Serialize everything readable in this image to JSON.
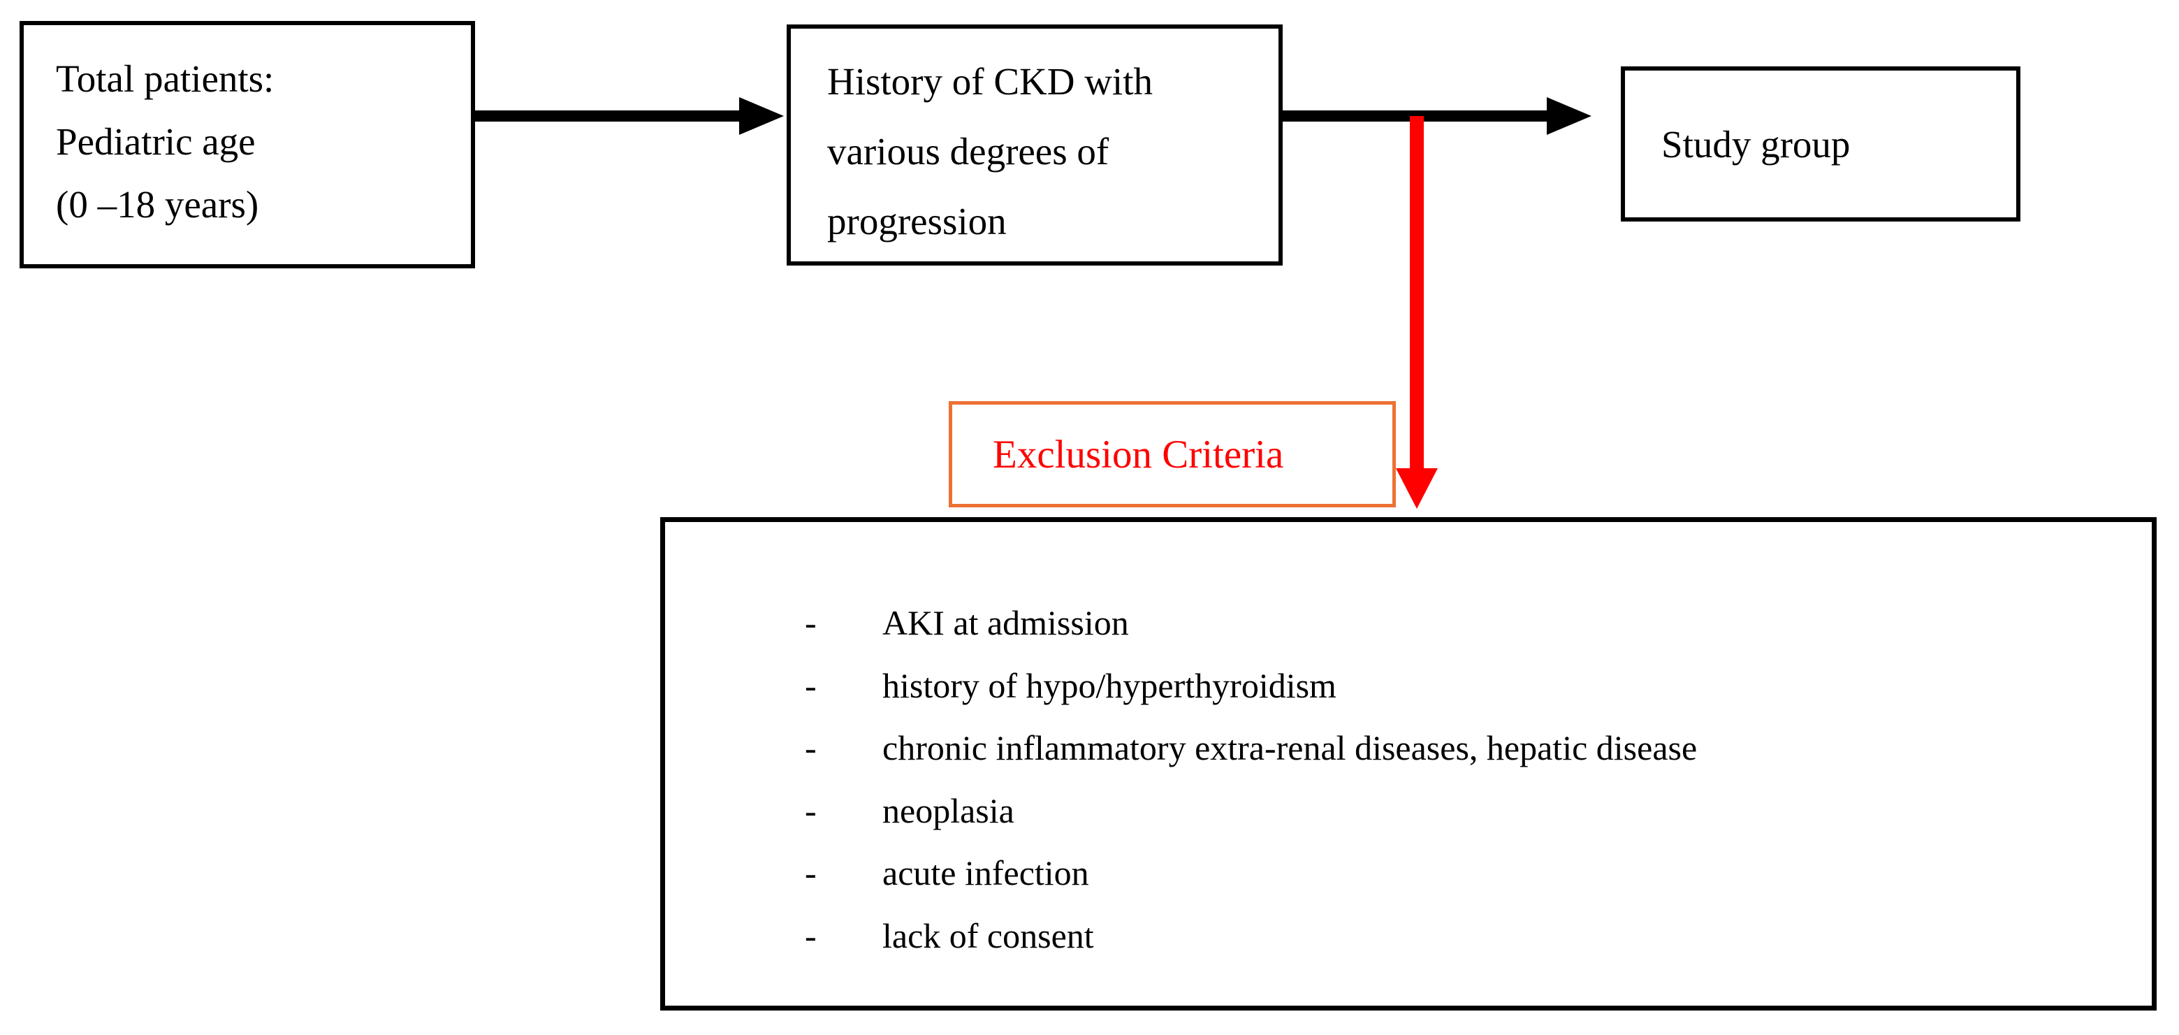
{
  "diagram": {
    "total_patients_box": {
      "lines": [
        "Total patients:",
        "Pediatric age",
        "(0 –18 years)"
      ]
    },
    "ckd_box": {
      "lines": [
        "History of CKD with",
        "various degrees of",
        "progression"
      ]
    },
    "study_group_box": {
      "label": "Study group"
    },
    "exclusion_label_box": {
      "label": "Exclusion Criteria"
    },
    "exclusion_list_box": {
      "bullet": "-",
      "items": [
        "AKI at admission",
        "history of hypo/hyperthyroidism",
        "chronic inflammatory extra-renal diseases, hepatic disease",
        "neoplasia",
        "acute infection",
        "lack of consent"
      ]
    },
    "colors": {
      "box_border": "#000000",
      "text": "#000000",
      "exclusion_border": "#ED7133",
      "exclusion_text": "#FF0000",
      "arrow_black": "#000000",
      "arrow_red": "#FF0000",
      "background": "#FFFFFF"
    }
  }
}
